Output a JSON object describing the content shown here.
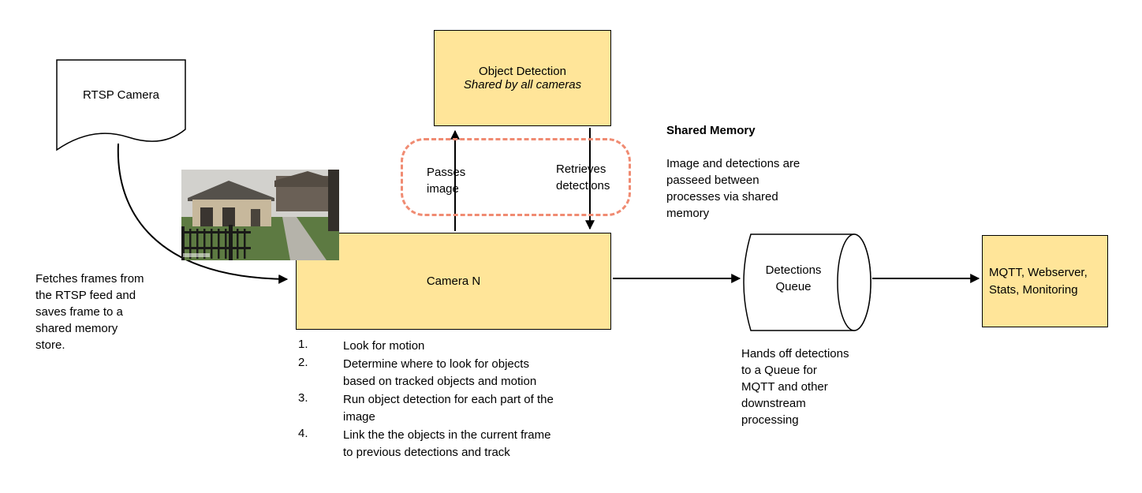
{
  "colors": {
    "node_fill": "#FFE599",
    "node_border": "#000000",
    "shared_dash": "#F08B72"
  },
  "rtsp": {
    "label": "RTSP Camera",
    "note": "Fetches frames from\nthe RTSP feed and\nsaves frame to a\nshared memory\nstore."
  },
  "object_detection": {
    "title": "Object Detection",
    "subtitle": "Shared by all cameras"
  },
  "shared_memory": {
    "title": "Shared Memory",
    "body": "Image and detections are\npasseed between\nprocesses via shared\nmemory"
  },
  "edges": {
    "passes_image": "Passes\nimage",
    "retrieves_detections": "Retrieves\ndetections"
  },
  "camera": {
    "label": "Camera N",
    "steps": [
      {
        "num": "1.",
        "text": "Look for motion"
      },
      {
        "num": "2.",
        "text": "Determine where to look for objects\nbased on tracked objects and motion"
      },
      {
        "num": "3.",
        "text": "Run object detection for each part of the\nimage"
      },
      {
        "num": "4.",
        "text": "Link the the objects in the current frame\nto previous detections and track"
      }
    ]
  },
  "queue": {
    "label": "Detections\nQueue",
    "note": "Hands off detections\nto a Queue for\nMQTT and other\ndownstream\nprocessing"
  },
  "mqtt": {
    "label": "MQTT, Webserver,\nStats, Monitoring"
  }
}
